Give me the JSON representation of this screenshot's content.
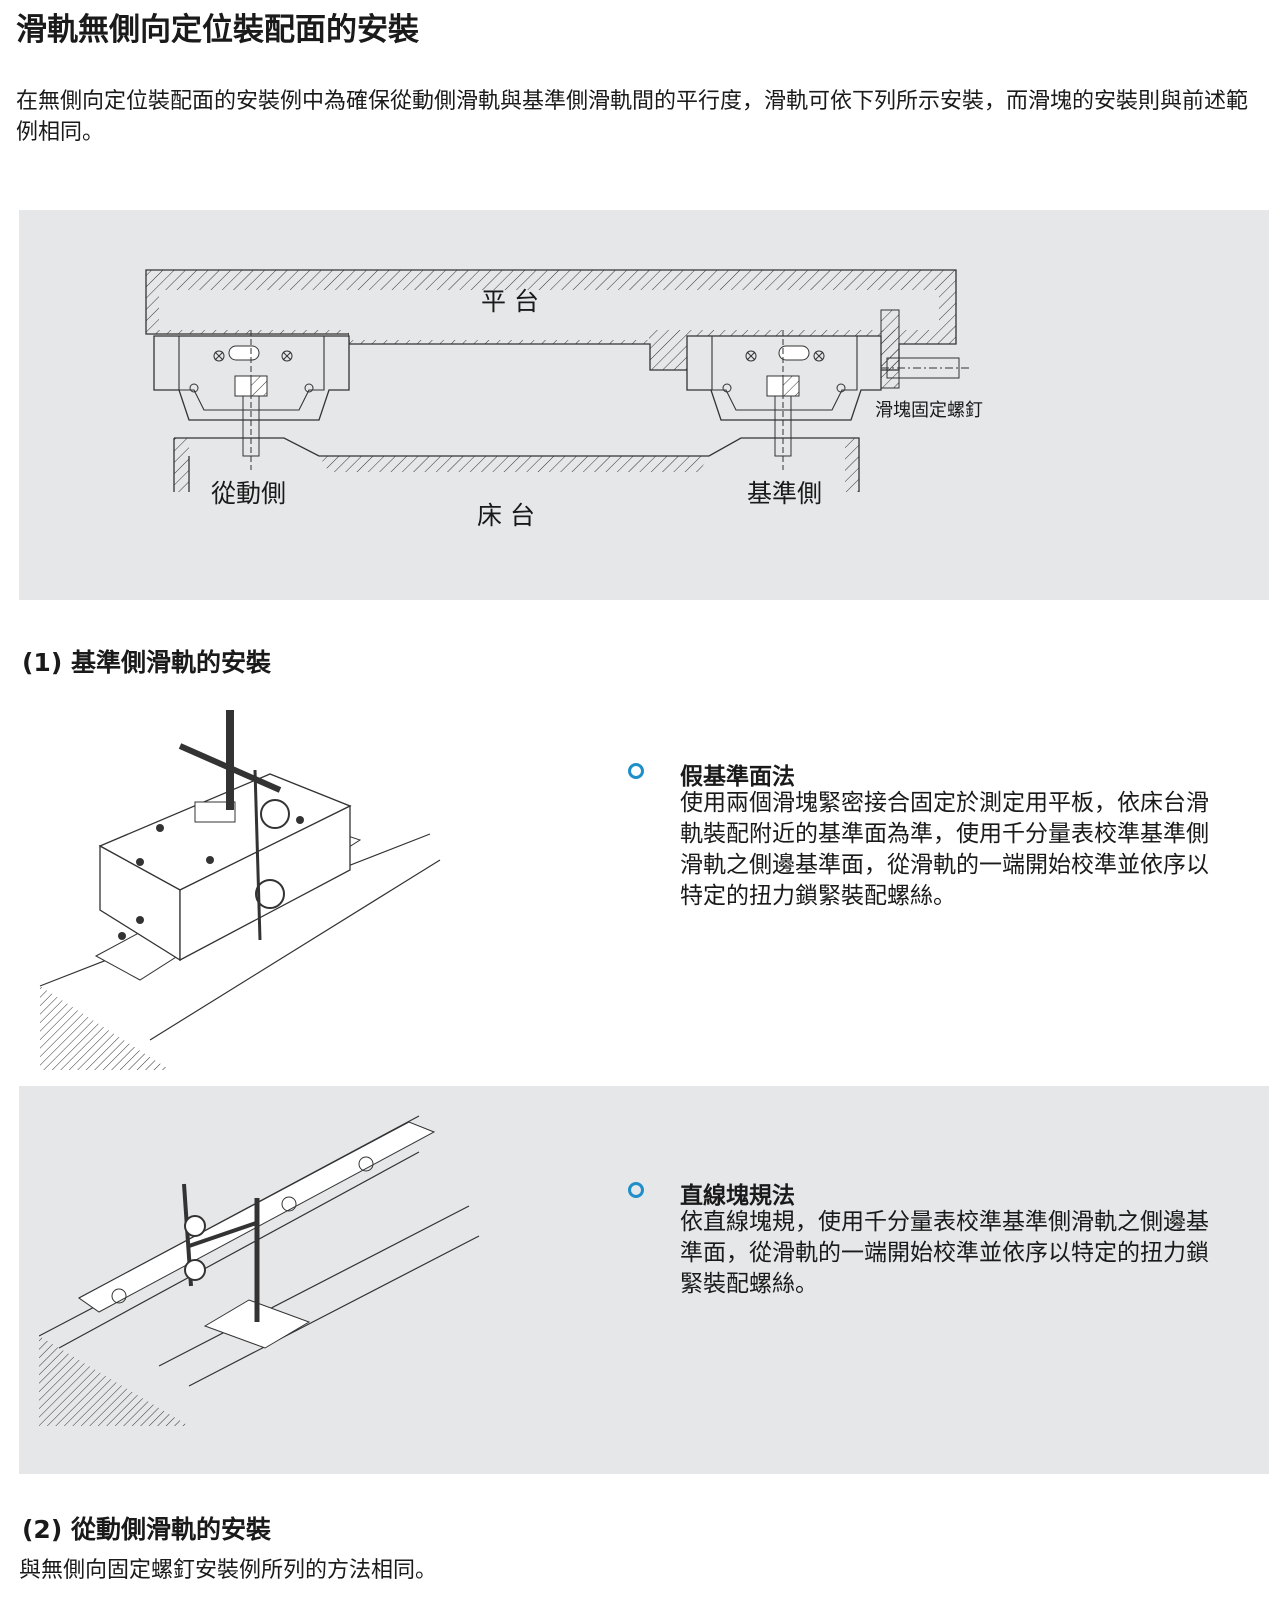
{
  "page": {
    "title": "滑軌無側向定位裝配面的安裝",
    "intro": "在無側向定位裝配面的安裝例中為確保從動側滑軌與基準側滑軌間的平行度，滑軌可依下列所示安裝，而滑塊的安裝則與前述範例相同。"
  },
  "diagram": {
    "label_table": "平 台",
    "label_bed": "床 台",
    "label_driven": "從動側",
    "label_reference": "基準側",
    "label_screw": "滑塊固定螺釘"
  },
  "section1": {
    "heading": "(1) 基準側滑軌的安裝",
    "method1": {
      "title": "假基準面法",
      "body": "使用兩個滑塊緊密接合固定於測定用平板，依床台滑軌裝配附近的基準面為準，使用千分量表校準基準側滑軌之側邊基準面，從滑軌的一端開始校準並依序以特定的扭力鎖緊裝配螺絲。"
    },
    "method2": {
      "title": "直線塊規法",
      "body": "依直線塊規，使用千分量表校準基準側滑軌之側邊基準面，從滑軌的一端開始校準並依序以特定的扭力鎖緊裝配螺絲。"
    }
  },
  "section2": {
    "heading": "(2) 從動側滑軌的安裝",
    "body": "與無側向固定螺釘安裝例所列的方法相同。"
  },
  "colors": {
    "panel_bg": "#e6e7e8",
    "bullet": "#1f8fc9",
    "text": "#1a1a1a"
  },
  "icons": {
    "bullet": "ring-bullet-icon"
  }
}
